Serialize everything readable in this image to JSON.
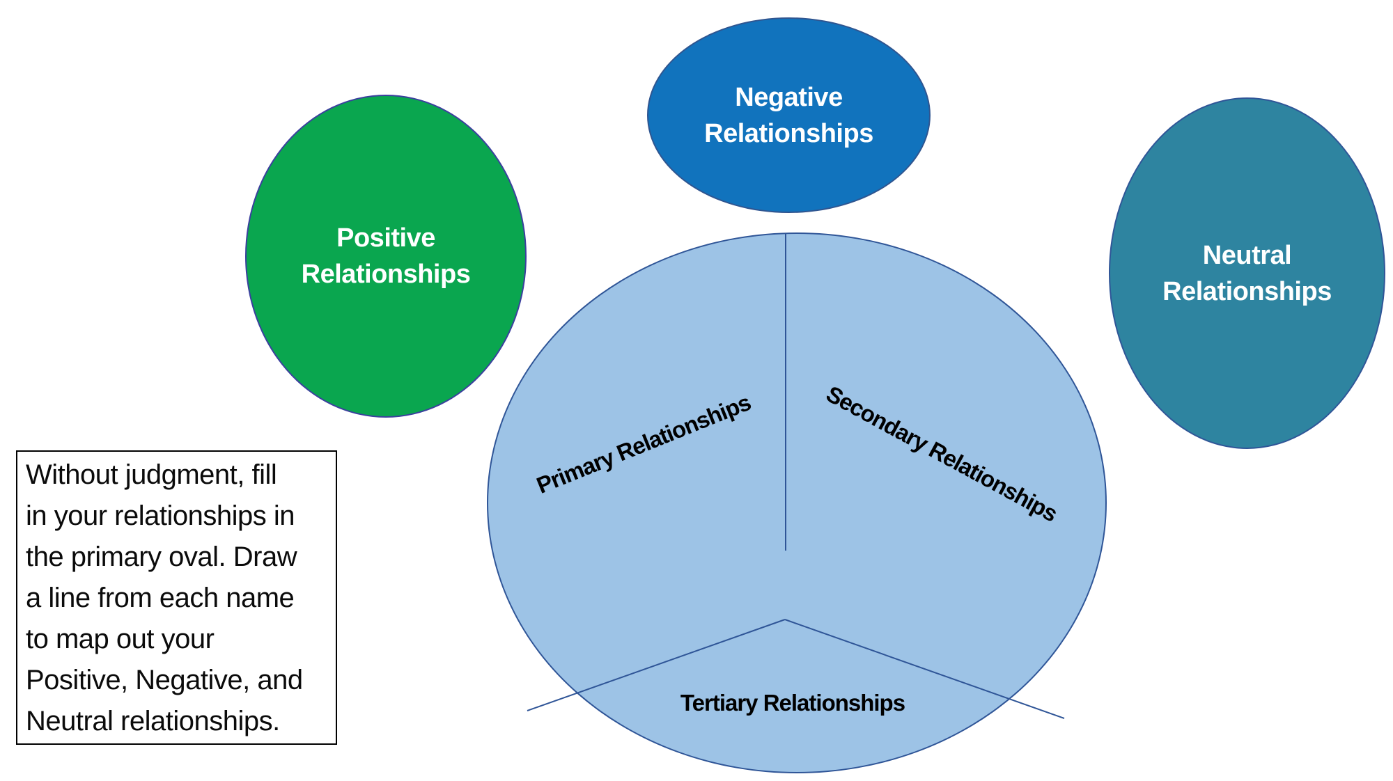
{
  "diagram": {
    "positive_ellipse": {
      "label": "Positive\nRelationships",
      "fill": "#0AA64F",
      "border": "#3B3F9E",
      "text_color": "#FFFFFF"
    },
    "negative_ellipse": {
      "label": "Negative\nRelationships",
      "fill": "#1173BD",
      "border": "#2F5590",
      "text_color": "#FFFFFF"
    },
    "neutral_ellipse": {
      "label": "Neutral\nRelationships",
      "fill": "#2E84A0",
      "border": "#2F5597",
      "text_color": "#FFFFFF"
    },
    "primary_oval": {
      "fill": "#9DC3E6",
      "border": "#2F5597",
      "divider_color": "#2F5597",
      "sections": [
        {
          "label": "Primary Relationships"
        },
        {
          "label": "Secondary Relationships"
        },
        {
          "label": "Tertiary Relationships"
        }
      ]
    },
    "instructions": {
      "text": "Without judgment, fill\nin your relationships in\nthe primary oval. Draw\na line from each name\nto map out your\nPositive, Negative, and\nNeutral relationships.",
      "border": "#000000",
      "text_color": "#0B0B0B"
    }
  }
}
